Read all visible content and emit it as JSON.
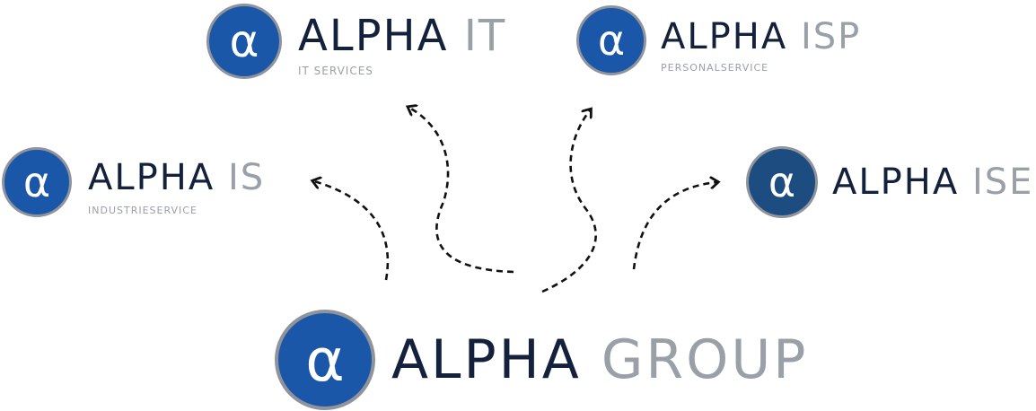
{
  "colors": {
    "badge": "#1a57a8",
    "badge_dark": "#1c4c80",
    "badge_ring": "#8f949c",
    "primary_text": "#14213d",
    "secondary_text": "#9aa0a8",
    "arrow": "#111111"
  },
  "symbol": "α",
  "logos": {
    "group": {
      "primary": "ALPHA",
      "secondary": "GROUP",
      "subtitle": ""
    },
    "it": {
      "primary": "ALPHA",
      "secondary": "IT",
      "subtitle": "IT SERVICES"
    },
    "isp": {
      "primary": "ALPHA",
      "secondary": "ISP",
      "subtitle": "PERSONALSERVICE"
    },
    "is": {
      "primary": "ALPHA",
      "secondary": "IS",
      "subtitle": "INDUSTRIESERVICE"
    },
    "ise": {
      "primary": "ALPHA",
      "secondary": "ISE",
      "subtitle": ""
    }
  }
}
